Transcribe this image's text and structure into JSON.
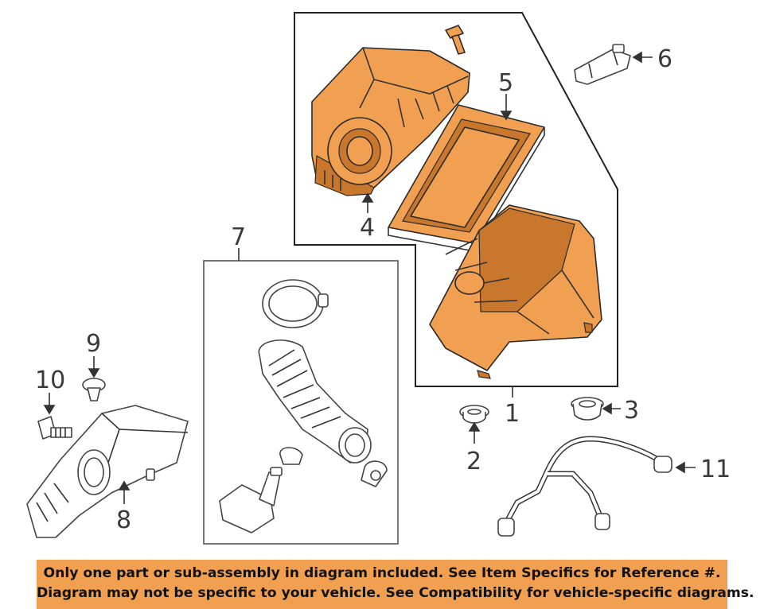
{
  "callouts": {
    "c1": "1",
    "c2": "2",
    "c3": "3",
    "c4": "4",
    "c5": "5",
    "c6": "6",
    "c7": "7",
    "c8": "8",
    "c9": "9",
    "c10": "10",
    "c11": "11"
  },
  "footer": {
    "line1": "Only one part or sub-assembly in diagram included. See Item Specifics for Reference #.",
    "line2": "Diagram may not be specific to your vehicle. See Compatibility for vehicle-specific diagrams."
  },
  "colors": {
    "highlight": "#f0a050",
    "outline": "#2a2a2a",
    "background": "#ffffff"
  },
  "parts": [
    {
      "ref": "1",
      "name": "air-cleaner-assembly",
      "highlighted": true
    },
    {
      "ref": "2",
      "name": "grommet",
      "highlighted": false
    },
    {
      "ref": "3",
      "name": "grommet",
      "highlighted": false
    },
    {
      "ref": "4",
      "name": "air-cleaner-upper-cover",
      "highlighted": true
    },
    {
      "ref": "5",
      "name": "air-filter-element",
      "highlighted": true
    },
    {
      "ref": "6",
      "name": "sensor",
      "highlighted": false
    },
    {
      "ref": "7",
      "name": "intake-duct-assembly",
      "highlighted": false
    },
    {
      "ref": "8",
      "name": "air-inlet-duct",
      "highlighted": false
    },
    {
      "ref": "9",
      "name": "push-pin",
      "highlighted": false
    },
    {
      "ref": "10",
      "name": "bolt",
      "highlighted": false
    },
    {
      "ref": "11",
      "name": "vent-hose",
      "highlighted": false
    }
  ]
}
